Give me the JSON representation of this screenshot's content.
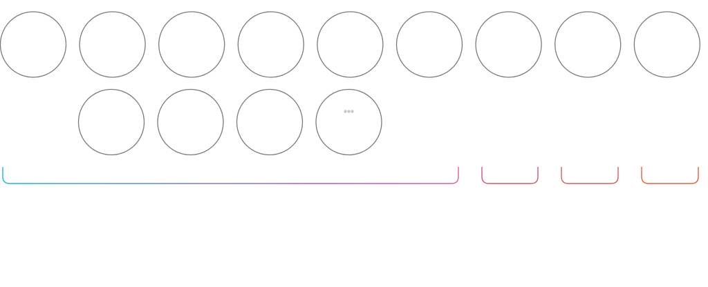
{
  "diagram": {
    "row_1": {
      "circle_count": 9
    },
    "row_2": {
      "circle_count": 4,
      "last_circle_icon": "ellipsis-icon"
    },
    "brackets": [
      {
        "name": "group-bracket-large",
        "gradient": [
          "#1fb3e0",
          "#b05bc4",
          "#d9609e"
        ]
      },
      {
        "name": "group-bracket-1",
        "color": "#d4566c"
      },
      {
        "name": "group-bracket-2",
        "color": "#d95c5c"
      },
      {
        "name": "group-bracket-3",
        "color": "#e0603c"
      }
    ],
    "colors": {
      "circle_stroke": "#7a7a7a",
      "ellipsis_dots": "#c8c8c8",
      "background": "#ffffff"
    }
  }
}
